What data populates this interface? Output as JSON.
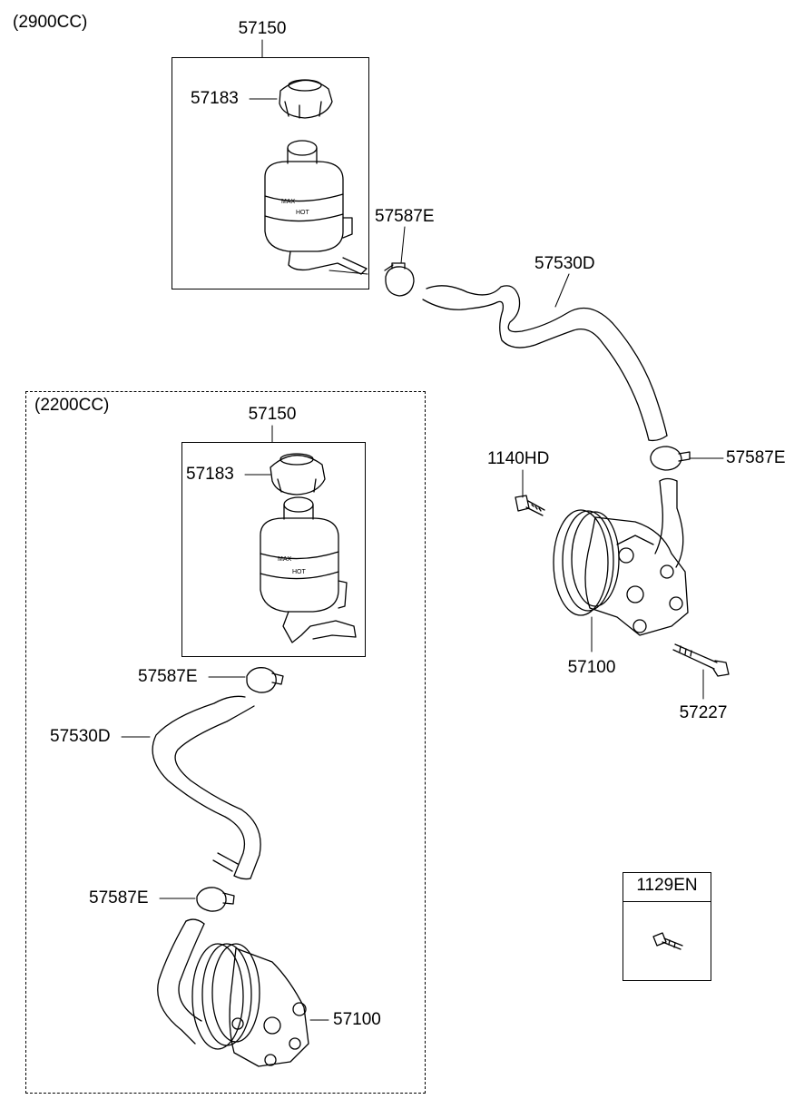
{
  "sections": {
    "engine_2900": "(2900CC)",
    "engine_2200": "(2200CC)"
  },
  "labels_2900": {
    "reservoir_assy": "57150",
    "reservoir_cap": "57183",
    "clamp_upper": "57587E",
    "hose": "57530D",
    "clamp_lower": "57587E",
    "bolt_front": "1140HD",
    "pump": "57100",
    "bolt_rear": "57227"
  },
  "labels_2200": {
    "reservoir_assy": "57150",
    "reservoir_cap": "57183",
    "clamp_upper": "57587E",
    "hose": "57530D",
    "clamp_lower": "57587E",
    "pump": "57100"
  },
  "legend_box": {
    "part_number": "1129EN"
  }
}
